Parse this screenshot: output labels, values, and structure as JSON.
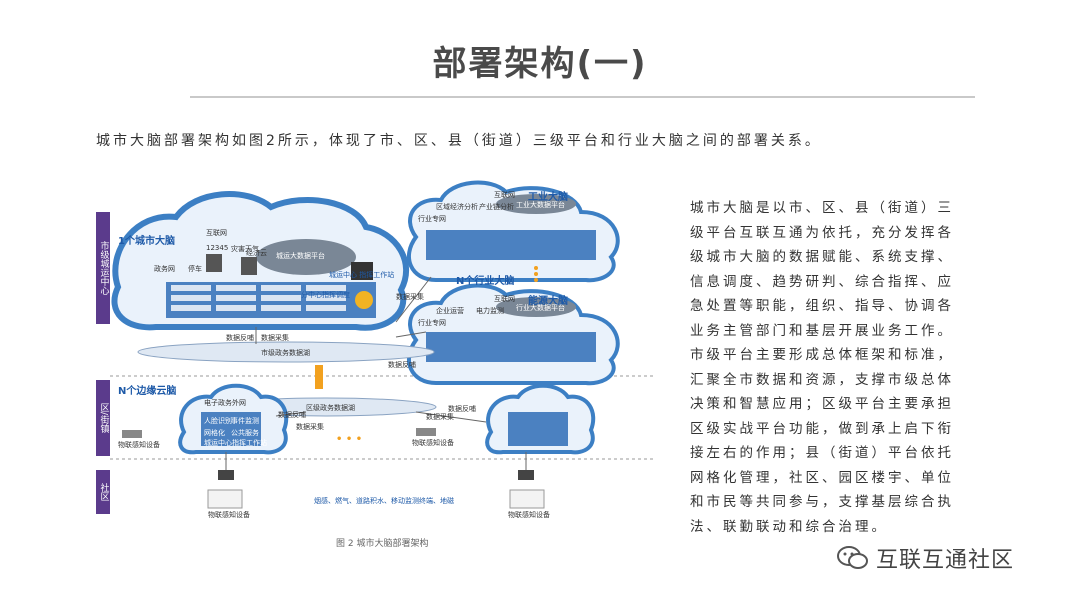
{
  "title": "部署架构(一)",
  "intro": "城市大脑部署架构如图2所示，体现了市、区、县（街道）三级平台和行业大脑之间的部署关系。",
  "side_text": "城市大脑是以市、区、县（街道）三级平台互联互通为依托，充分发挥各级城市大脑的数据赋能、系统支撑、信息调度、趋势研判、综合指挥、应急处置等职能，组织、指导、协调各业务主管部门和基层开展业务工作。市级平台主要形成总体框架和标准，汇聚全市数据和资源，支撑市级总体决策和智慧应用；区级平台主要承担区级实战平台功能，做到承上启下衔接左右的作用；县（街道）平台依托网格化管理，社区、园区楼宇、单位和市民等共同参与，支撑基层综合执法、联勤联动和综合治理。",
  "diagram": {
    "bands": [
      "市级城运中心",
      "区/街镇",
      "社区"
    ],
    "city_cloud": {
      "title": "1个城市大脑",
      "labels": [
        "互联网",
        "12345",
        "灾害天气",
        "政务网",
        "停车",
        "经济云",
        "城运大数据平台",
        "城运中心 指挥工作站",
        "分中心指挥调度"
      ]
    },
    "industry_cloud_1": {
      "title": "工业大脑",
      "labels": [
        "互联网",
        "区域经济分析",
        "产业链分析",
        "行业专网",
        "工业大数据平台"
      ]
    },
    "industry_count": "N个行业大脑",
    "industry_cloud_2": {
      "title": "能源大脑",
      "labels": [
        "互联网",
        "企业运营",
        "电力监测",
        "行业专网",
        "行业大数据平台"
      ]
    },
    "platform_city": "市级政务数据湖",
    "platform_district": "区级政务数据湖",
    "edge_title": "N个边缘云脑",
    "edge_labels": [
      "电子政务外网",
      "人脸识别",
      "事件监测",
      "网格化",
      "公共服务",
      "城运中心指挥工作站"
    ],
    "exchange_labels": [
      "数据反哺",
      "数据采集",
      "数据反哺",
      "数据采集",
      "数据反哺",
      "数据采集",
      "数据采集",
      "数据反哺"
    ],
    "ellipsis": "• • •",
    "device_label": "物联感知设备",
    "community_items": "烟感、燃气、道路积水、移动监测终端、地磁",
    "caption": "图 2 城市大脑部署架构"
  },
  "watermark": {
    "text": "互联互通社区"
  },
  "colors": {
    "band": "#5b3b8c",
    "cloud_edge": "#3c7fc4",
    "cloud_fill": "#eaf2fb",
    "arrow": "#f2a11f"
  }
}
